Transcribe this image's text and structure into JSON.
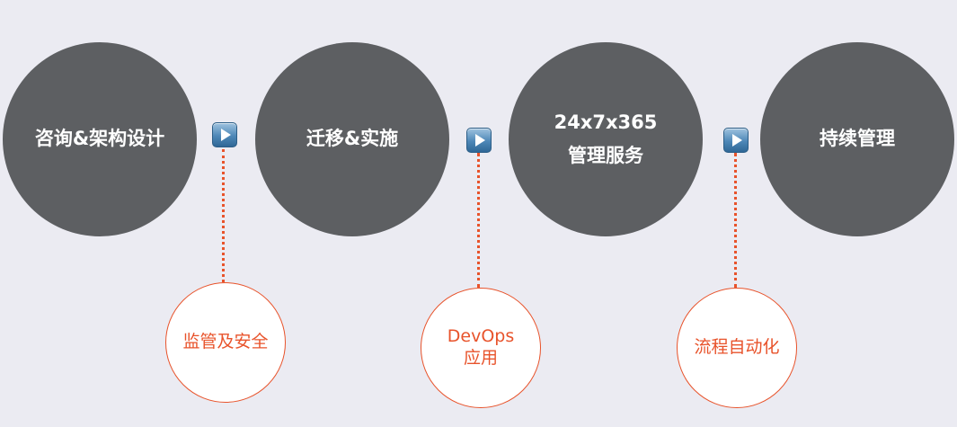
{
  "stages": [
    {
      "label": "咨询&架构设计"
    },
    {
      "label": "迁移&实施"
    },
    {
      "label_line1": "24x7x365",
      "label_line2": "管理服务"
    },
    {
      "label": "持续管理"
    }
  ],
  "supports": [
    {
      "label": "监管及安全"
    },
    {
      "label_line1": "DevOps",
      "label_line2": "应用"
    },
    {
      "label": "流程自动化"
    }
  ],
  "arrow_icon": "play-arrow-icon",
  "colors": {
    "background": "#ebebf2",
    "stage_fill": "#5d5f62",
    "stage_text": "#ffffff",
    "accent": "#e8532b",
    "arrow_button": "#4d87b7"
  }
}
